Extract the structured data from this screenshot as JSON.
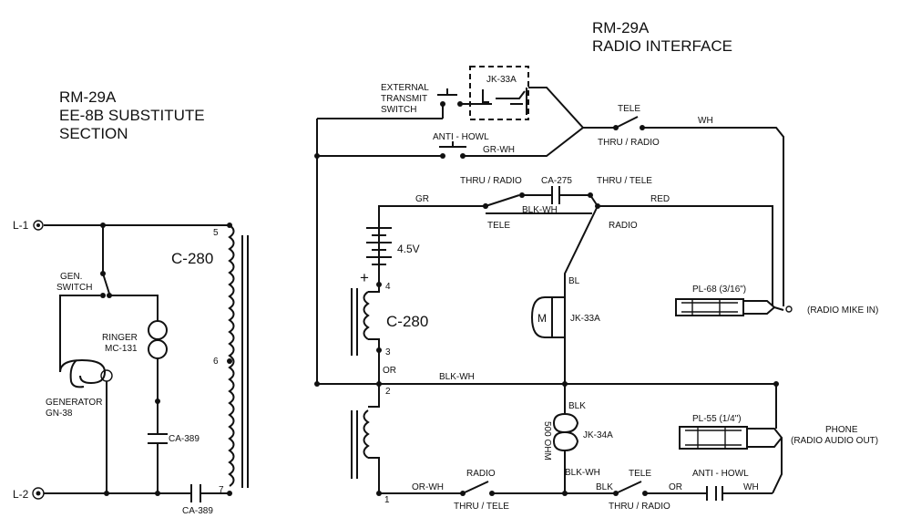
{
  "left_title": [
    "RM-29A",
    "EE-8B SUBSTITUTE",
    "SECTION"
  ],
  "right_title": [
    "RM-29A",
    "RADIO INTERFACE"
  ],
  "labels": {
    "l1": "L-1",
    "l2": "L-2",
    "gen_switch": [
      "GEN.",
      "SWITCH"
    ],
    "ringer": [
      "RINGER",
      "MC-131"
    ],
    "generator": [
      "GENERATOR",
      "GN-38"
    ],
    "ca389_a": "CA-389",
    "ca389_b": "CA-389",
    "c280_left": "C-280",
    "c280_right": "C-280",
    "pin5": "5",
    "pin6": "6",
    "pin7": "7",
    "pin4": "4",
    "pin3": "3",
    "pin2": "2",
    "pin1": "1",
    "ext_switch": [
      "EXTERNAL",
      "TRANSMIT",
      "SWITCH"
    ],
    "jk33a_top": "JK-33A",
    "tele_top": "TELE",
    "thru_radio_top": "THRU / RADIO",
    "wh_top": "WH",
    "anti_howl_top": "ANTI - HOWL",
    "gr_wh": "GR-WH",
    "thru_radio_mid": "THRU / RADIO",
    "ca275": "CA-275",
    "thru_tele_mid": "THRU / TELE",
    "gr": "GR",
    "tele_mid": "TELE",
    "blk_wh_mid": "BLK-WH",
    "red": "RED",
    "radio_mid": "RADIO",
    "v45": "4.5V",
    "plus": "+",
    "bl": "BL",
    "m": "M",
    "jk33a_mic": "JK-33A",
    "pl68": "PL-68 (3/16\")",
    "radio_mike_in": "(RADIO MIKE IN)",
    "or": "OR",
    "blk_wh_bus": "BLK-WH",
    "blk": "BLK",
    "ohm": "500 OHM",
    "jk34a": "JK-34A",
    "pl55": "PL-55 (1/4\")",
    "phone": [
      "PHONE",
      "(RADIO AUDIO OUT)"
    ],
    "blk_wh_low": "BLK-WH",
    "or_wh": "OR-WH",
    "radio_low": "RADIO",
    "thru_tele_low": "THRU / TELE",
    "blk_low": "BLK",
    "tele_low": "TELE",
    "or_low": "OR",
    "anti_howl_low": "ANTI - HOWL",
    "wh_low": "WH",
    "thru_radio_low": "THRU / RADIO"
  }
}
